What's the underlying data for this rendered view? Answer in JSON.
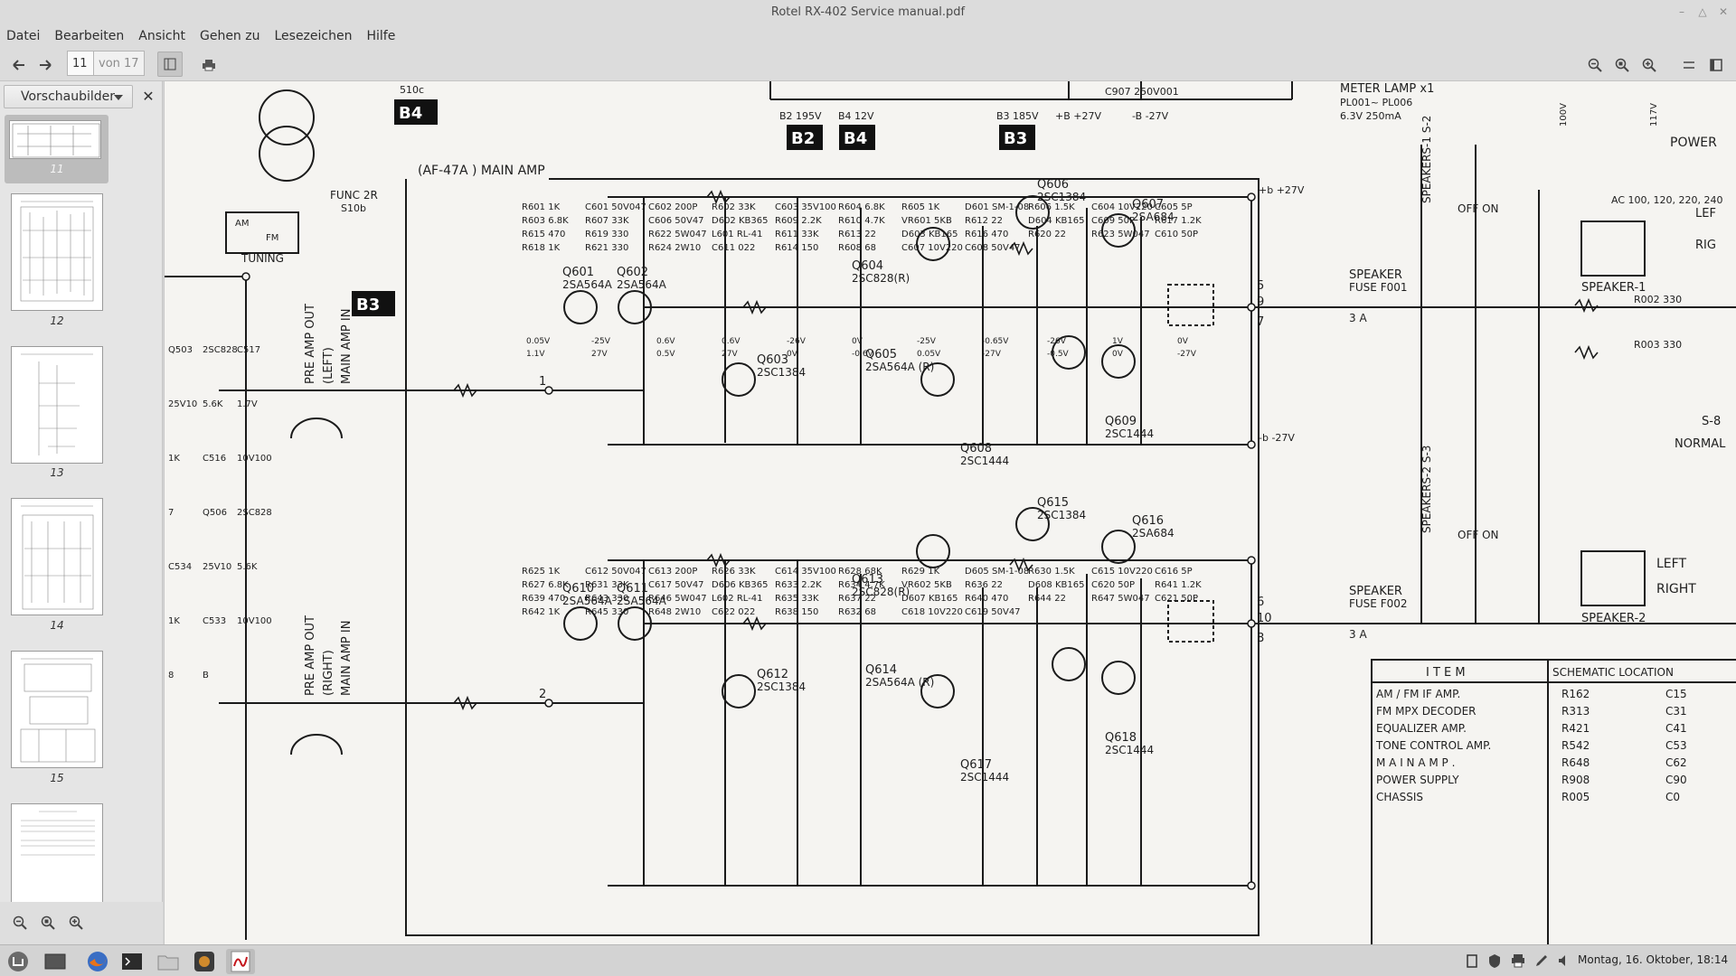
{
  "window": {
    "title": "Rotel RX-402 Service manual.pdf"
  },
  "menubar": {
    "items": [
      "Datei",
      "Bearbeiten",
      "Ansicht",
      "Gehen zu",
      "Lesezeichen",
      "Hilfe"
    ]
  },
  "toolbar": {
    "page_current": "11",
    "page_total": "von 17"
  },
  "sidebar": {
    "selector_label": "Vorschaubilder",
    "thumbnails": [
      {
        "page": "11",
        "current": true
      },
      {
        "page": "12"
      },
      {
        "page": "13"
      },
      {
        "page": "14"
      },
      {
        "page": "15"
      },
      {
        "page": ""
      }
    ]
  },
  "schematic": {
    "top_labels": [
      "510c",
      "B4",
      "B2",
      "195V",
      "B4",
      "12V",
      "B3",
      "185V",
      "+B",
      "+27V",
      "-B",
      "-27V",
      "C907",
      "250V001",
      "B2",
      "B4",
      "B3"
    ],
    "meter_lamp": [
      "METER LAMP x1",
      "PL001~ PL006",
      "6.3V 250mA"
    ],
    "power": [
      "POWER",
      "AC 100, 120, 220, 240"
    ],
    "func": [
      "FUNC 2R",
      "S10b",
      "TUNING",
      "AM",
      "FM"
    ],
    "main_amp_title": "(AF-47A ) MAIN AMP",
    "b3_label": "B3",
    "pre_amp_left": [
      "PRE AMP OUT",
      "(LEFT)",
      "MAIN AMP IN"
    ],
    "pre_amp_right": [
      "PRE AMP OUT",
      "(RIGHT)",
      "MAIN AMP IN"
    ],
    "channel_L": {
      "transistors": [
        [
          "Q601",
          "2SA564A"
        ],
        [
          "Q602",
          "2SA564A"
        ],
        [
          "Q603",
          "2SC1384"
        ],
        [
          "Q604",
          "2SC828(R)"
        ],
        [
          "Q605",
          "2SA564A",
          "(R)"
        ],
        [
          "Q606",
          "2SC1384"
        ],
        [
          "Q607",
          "2SA684"
        ],
        [
          "Q608",
          "2SC1444"
        ],
        [
          "Q609",
          "2SC1444"
        ]
      ],
      "parts": [
        "R601",
        "1K",
        "C601",
        "50V047",
        "C602",
        "200P",
        "R602",
        "33K",
        "C603",
        "35V100",
        "R604",
        "6.8K",
        "R605",
        "1K",
        "D601",
        "SM-1-08",
        "R606",
        "1.5K",
        "C604",
        "10V220",
        "C605",
        "5P",
        "R603",
        "6.8K",
        "R607",
        "33K",
        "C606",
        "50V47",
        "D602",
        "KB365",
        "R609",
        "2.2K",
        "R610",
        "4.7K",
        "VR601",
        "5KB",
        "R612",
        "22",
        "D604",
        "KB165",
        "C609",
        "50P",
        "R617",
        "1.2K",
        "R615",
        "470",
        "R619",
        "330",
        "R622",
        "5W047",
        "L601",
        "RL-41",
        "R611",
        "33K",
        "R613",
        "22",
        "D603",
        "KB165",
        "R616",
        "470",
        "R620",
        "22",
        "R623",
        "5W047",
        "C610",
        "50P",
        "R618",
        "1K",
        "R621",
        "330",
        "R624",
        "2W10",
        "C611",
        "022",
        "R614",
        "150",
        "R608",
        "68",
        "C607",
        "10V220",
        "C608",
        "50V47"
      ],
      "rail_plus": [
        "+b",
        "+27V"
      ],
      "rail_minus": [
        "-b",
        "-27V"
      ],
      "node_numbers": [
        "1",
        "5",
        "7",
        "9"
      ],
      "voltages": [
        "0.05V",
        "-25V",
        "0.6V",
        "0.6V",
        "-26V",
        "0V",
        "-25V",
        "-0.65V",
        "-26V",
        "1V",
        "0V",
        "1.1V",
        "27V",
        "0.5V",
        "27V",
        "0V",
        "-0.6V",
        "0.05V",
        "-27V",
        "-0.5V",
        "0V",
        "-27V"
      ]
    },
    "channel_R": {
      "transistors": [
        [
          "Q610",
          "2SA564A"
        ],
        [
          "Q611",
          "2SA564A"
        ],
        [
          "Q612",
          "2SC1384"
        ],
        [
          "Q613",
          "2SC828(R)"
        ],
        [
          "Q614",
          "2SA564A",
          "(R)"
        ],
        [
          "Q615",
          "2SC1384"
        ],
        [
          "Q616",
          "2SA684"
        ],
        [
          "Q617",
          "2SC1444"
        ],
        [
          "Q618",
          "2SC1444"
        ]
      ],
      "parts": [
        "R625",
        "1K",
        "C612",
        "50V047",
        "C613",
        "200P",
        "R626",
        "33K",
        "C614",
        "35V100",
        "R628",
        "68K",
        "R629",
        "1K",
        "D605",
        "SM-1-08",
        "R630",
        "1.5K",
        "C615",
        "10V220",
        "C616",
        "5P",
        "R627",
        "6.8K",
        "R631",
        "33K",
        "C617",
        "50V47",
        "D606",
        "KB365",
        "R633",
        "2.2K",
        "R634",
        "4.7K",
        "VR602",
        "5KB",
        "R636",
        "22",
        "D608",
        "KB165",
        "C620",
        "50P",
        "R641",
        "1.2K",
        "R639",
        "470",
        "R643",
        "330",
        "R646",
        "5W047",
        "L602",
        "RL-41",
        "R635",
        "33K",
        "R637",
        "22",
        "D607",
        "KB165",
        "R640",
        "470",
        "R644",
        "22",
        "R647",
        "5W047",
        "C621",
        "50P",
        "R642",
        "1K",
        "R645",
        "330",
        "R648",
        "2W10",
        "C622",
        "022",
        "R638",
        "150",
        "R632",
        "68",
        "C618",
        "10V220",
        "C619",
        "50V47"
      ],
      "node_numbers": [
        "2",
        "6",
        "8",
        "10"
      ]
    },
    "left_partial": {
      "items": [
        "Q503",
        "2SC828",
        "C517",
        "25V10",
        "5.6K",
        "1.7V",
        "1K",
        "C516",
        "10V100",
        "7",
        "Q506",
        "2SC828",
        "C534",
        "25V10",
        "5.6K",
        "1K",
        "C533",
        "10V100",
        "8",
        "B"
      ]
    },
    "speakers": {
      "fuse_1": [
        "SPEAKER",
        "FUSE F001",
        "3 A"
      ],
      "fuse_2": [
        "SPEAKER",
        "FUSE F002",
        "3 A"
      ],
      "switch_1": [
        "SPEAKERS-1",
        "S-2",
        "OFF",
        "ON"
      ],
      "switch_2": [
        "SPEAKERS-2",
        "S-3",
        "OFF",
        "ON"
      ],
      "terminal_1": [
        "SPEAKER-1",
        "LEF",
        "RIG"
      ],
      "terminal_2": [
        "SPEAKER-2",
        "LEFT",
        "RIGHT"
      ],
      "resistors": [
        "R002",
        "330",
        "R003",
        "330"
      ],
      "normal": [
        "S-8",
        "NORMAL"
      ],
      "side": [
        "100V",
        "117V",
        "OFF"
      ]
    },
    "table": {
      "headers": [
        "I T E M",
        "SCHEMATIC  LOCATION"
      ],
      "rows": [
        [
          "AM / FM IF AMP.",
          "R162",
          "C15"
        ],
        [
          "FM MPX DECODER",
          "R313",
          "C31"
        ],
        [
          "EQUALIZER AMP.",
          "R421",
          "C41"
        ],
        [
          "TONE CONTROL AMP.",
          "R542",
          "C53"
        ],
        [
          "M A I N   A M P .",
          "R648",
          "C62"
        ],
        [
          "POWER SUPPLY",
          "R908",
          "C90"
        ],
        [
          "CHASSIS",
          "R005",
          "C0"
        ]
      ]
    }
  },
  "taskbar": {
    "clock": "Montag, 16. Oktober, 18:14"
  }
}
